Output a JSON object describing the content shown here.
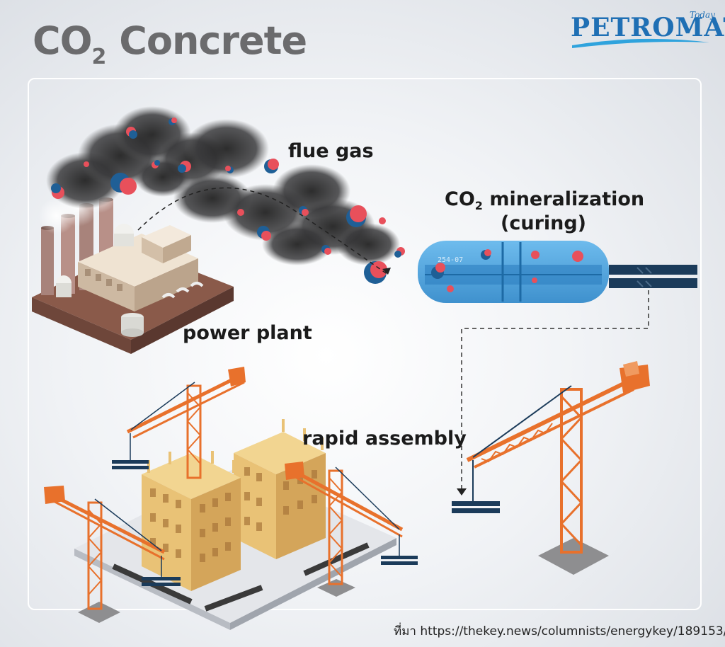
{
  "header": {
    "title_main": "CO",
    "title_sub": "2",
    "title_rest": " Concrete",
    "logo_text": "PETROMAT",
    "logo_tag": "Today"
  },
  "labels": {
    "flue_gas": "flue gas",
    "co2_main": "CO",
    "co2_sub": "2",
    "mineralization": " mineralization",
    "curing": "(curing)",
    "power_plant": "power plant",
    "rapid_assembly": "rapid assembly",
    "tank_code": "254-07"
  },
  "source": {
    "prefix": "ที่มา",
    "url": "https://thekey.news/columnists/energykey/189153/"
  },
  "colors": {
    "title": "#6b6b6d",
    "logo": "#1f6fb4",
    "smoke": "#2b2b2d",
    "particle_red": "#e8505b",
    "particle_blue": "#1f5f96",
    "tank": "#3a9be0",
    "crane": "#e8712c",
    "building": "#e9c276",
    "panel_bar": "#1b3b5a"
  }
}
